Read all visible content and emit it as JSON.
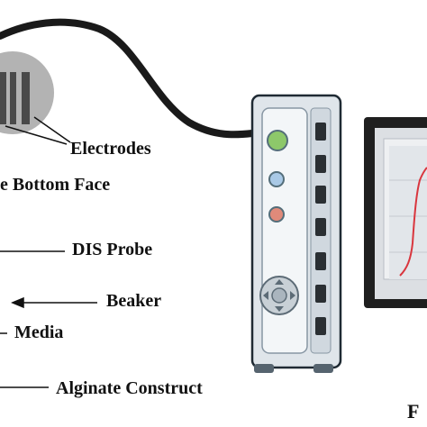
{
  "labels": {
    "electrodes": "Electrodes",
    "bottom_face": "e Bottom Face",
    "dis_probe": "DIS Probe",
    "beaker": "Beaker",
    "media": "Media",
    "alginate_construct": "Alginate Construct",
    "monitor_caption": "F"
  },
  "colors": {
    "cable": "#1a1a1a",
    "probe_face": "#b3b3b3",
    "electrode_bar": "#4a4a4a",
    "device_body": "#dfe5ea",
    "device_panel": "#f3f6f8",
    "led_green": "#8dc86a",
    "led_blue": "#a9c9e6",
    "led_red": "#e08a7a",
    "monitor_frame": "#1f1f1f",
    "screen": "#dcdfe3",
    "trace": "#d9363e"
  },
  "icons": {
    "dpad": "dpad-icon"
  }
}
